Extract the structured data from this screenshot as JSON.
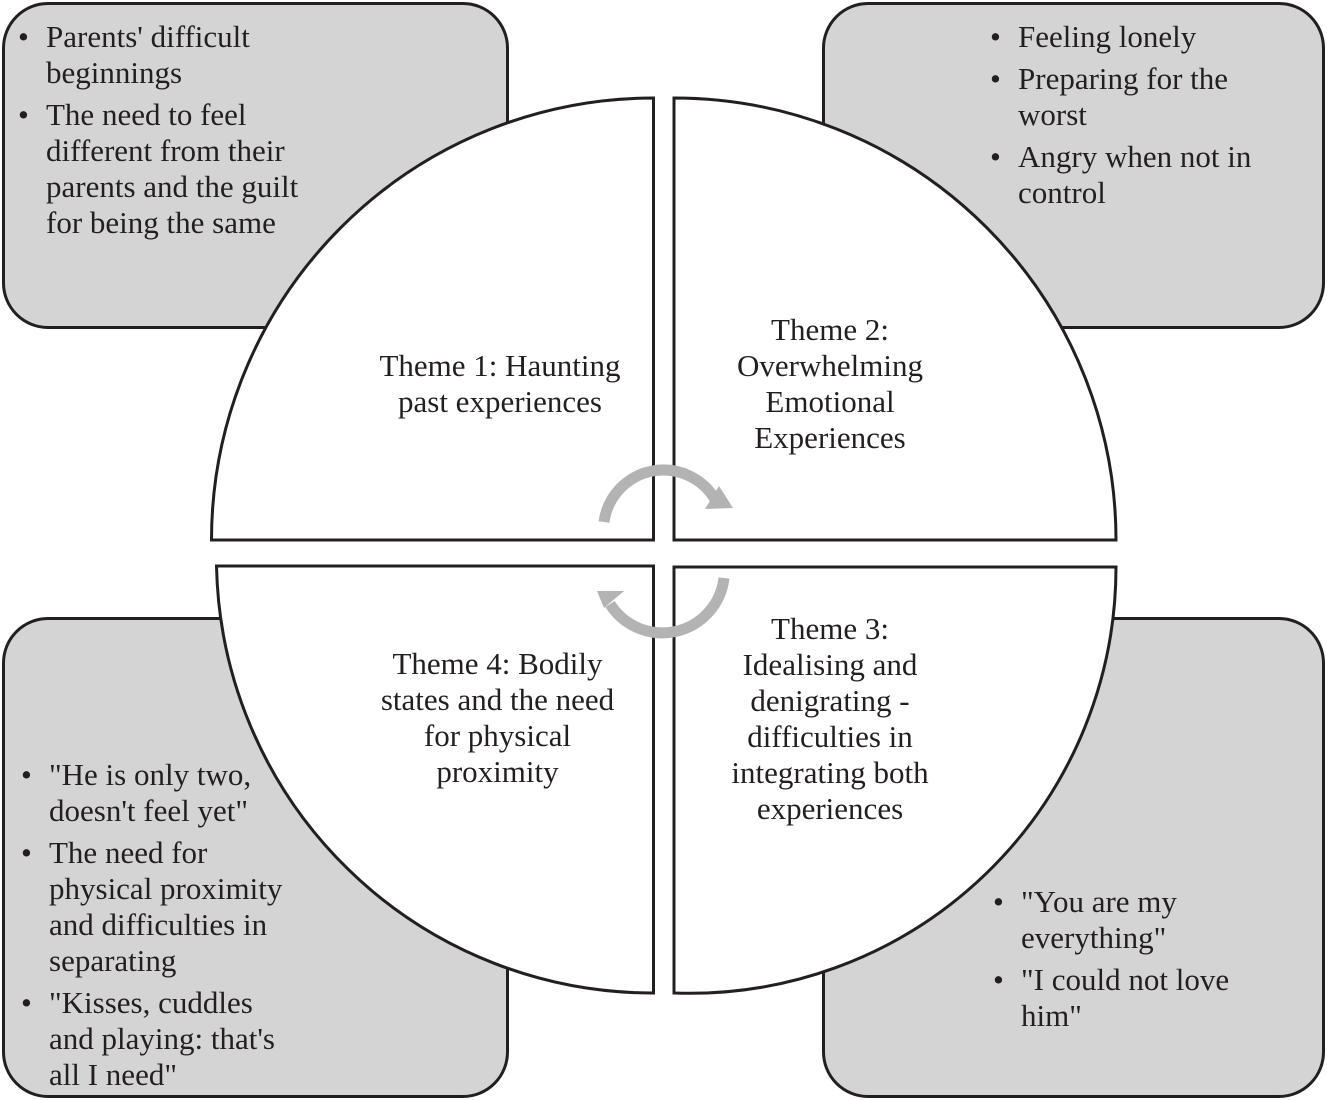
{
  "themes": {
    "t1": {
      "lines": [
        "Theme 1: Haunting",
        "past experiences"
      ]
    },
    "t2": {
      "lines": [
        "Theme 2:",
        "Overwhelming",
        "Emotional",
        "Experiences"
      ]
    },
    "t3": {
      "lines": [
        "Theme 3:",
        "Idealising and",
        "denigrating -",
        "difficulties in",
        "integrating both",
        "experiences"
      ]
    },
    "t4": {
      "lines": [
        "Theme 4: Bodily",
        "states and the need",
        "for physical",
        "proximity"
      ]
    }
  },
  "subthemes": {
    "top_left": [
      [
        "Parents' difficult",
        "beginnings"
      ],
      [
        "The need to feel",
        "different from their",
        "parents and the guilt",
        "for being the same"
      ]
    ],
    "top_right": [
      [
        "Feeling lonely"
      ],
      [
        "Preparing for the",
        "worst"
      ],
      [
        "Angry when not in",
        "control"
      ]
    ],
    "bottom_left": [
      [
        "\"He is only two,",
        "doesn't feel yet\""
      ],
      [
        "The need for",
        "physical proximity",
        "and difficulties in",
        "separating"
      ],
      [
        "\"Kisses, cuddles",
        "and playing: that's",
        "all I need\""
      ]
    ],
    "bottom_right": [
      [
        "\"You are my",
        "everything\""
      ],
      [
        "\"I could not love",
        "him\""
      ]
    ]
  },
  "colors": {
    "box_fill": "#d4d4d5",
    "outline": "#231f20",
    "arrow": "#b3b3b3",
    "quadrant_fill": "#ffffff"
  }
}
